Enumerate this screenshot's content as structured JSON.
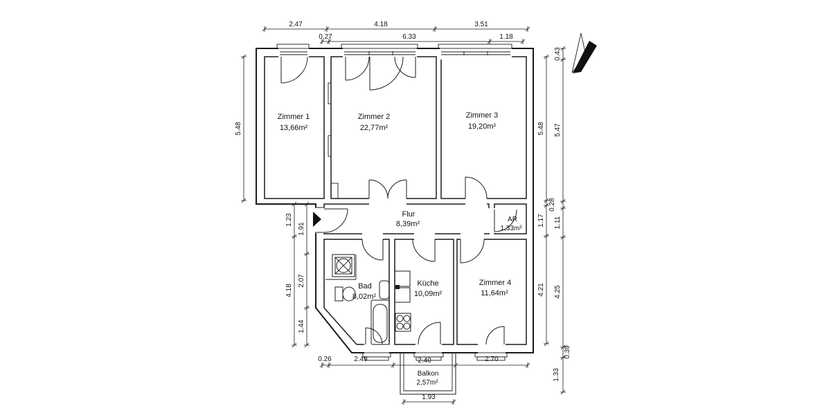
{
  "plan": {
    "type": "floor-plan",
    "rooms": [
      {
        "name": "Zimmer 1",
        "area": "13,66m²"
      },
      {
        "name": "Zimmer 2",
        "area": "22,77m²"
      },
      {
        "name": "Zimmer 3",
        "area": "19,20m²"
      },
      {
        "name": "Flur",
        "area": "8,39m²"
      },
      {
        "name": "AR",
        "area": "1,33m²"
      },
      {
        "name": "Bad",
        "area": "8,02m²"
      },
      {
        "name": "Küche",
        "area": "10,09m²"
      },
      {
        "name": "Zimmer 4",
        "area": "11,64m²"
      },
      {
        "name": "Balkon",
        "area": "2,57m²"
      }
    ],
    "dims": {
      "top_outer": [
        "2.47",
        "4.18",
        "3.51"
      ],
      "top_inner": [
        "0.27",
        "6.33",
        "1.18"
      ],
      "left_room": "5.48",
      "left_outer": [
        "1.23",
        "4.18"
      ],
      "left_inner": [
        "1.91",
        "2.07",
        "1.44"
      ],
      "right_inner": [
        "5.48",
        "1.17",
        "4.21"
      ],
      "right_outer": [
        "0.43",
        "5.47",
        "0.28",
        "1.11",
        "4.25",
        "0.39",
        "1.33"
      ],
      "bottom": [
        "0.26",
        "2.49",
        "2.40",
        "2.70"
      ],
      "balcony_width": "1.93"
    },
    "colors": {
      "line": "#1a1a1a",
      "background": "#ffffff"
    },
    "icons": [
      "north-arrow-icon",
      "entrance-arrow-icon"
    ]
  }
}
